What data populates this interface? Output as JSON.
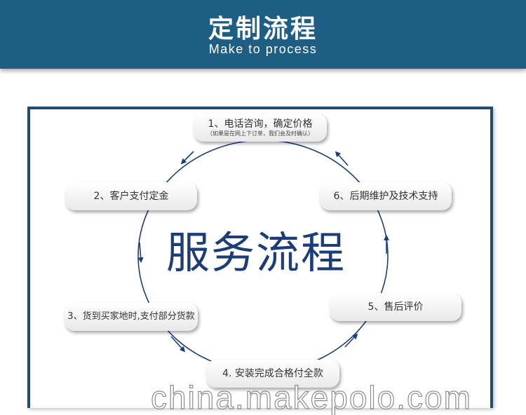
{
  "header": {
    "title": "定制流程",
    "subtitle": "Make to process"
  },
  "diagram": {
    "center_title": "服务流程",
    "steps": [
      {
        "label": "1、电话咨询，确定价格",
        "note": "（如果是在网上下订单，我们会及时确认）"
      },
      {
        "label": "2、客户支付定金"
      },
      {
        "label": "3、货到买家地时,支付部分货款"
      },
      {
        "label": "4. 安装完成合格付全款"
      },
      {
        "label": "5、售后评价"
      },
      {
        "label": "6、后期维护及技术支持"
      }
    ],
    "colors": {
      "header": "#1e5e84",
      "frame": "#1e4d6e",
      "circle": "#1c3d7a",
      "center_text": "#1c3d7a"
    }
  },
  "watermark": "china.makepolo.com"
}
